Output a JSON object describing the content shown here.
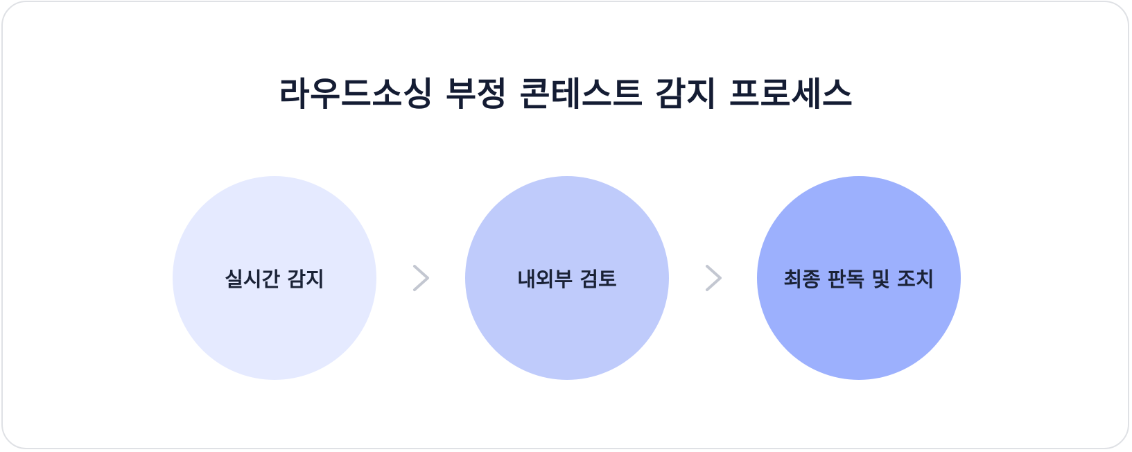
{
  "title": "라우드소싱 부정 콘테스트 감지 프로세스",
  "steps": [
    {
      "label": "실시간 감지",
      "color": "#e5eaff"
    },
    {
      "label": "내외부 검토",
      "color": "#bfcbfb"
    },
    {
      "label": "최종 판독 및 조치",
      "color": "#9cb0fd"
    }
  ],
  "arrow_color": "#c3c7d1",
  "border_color": "#dfe1e5",
  "title_color": "#141c33"
}
